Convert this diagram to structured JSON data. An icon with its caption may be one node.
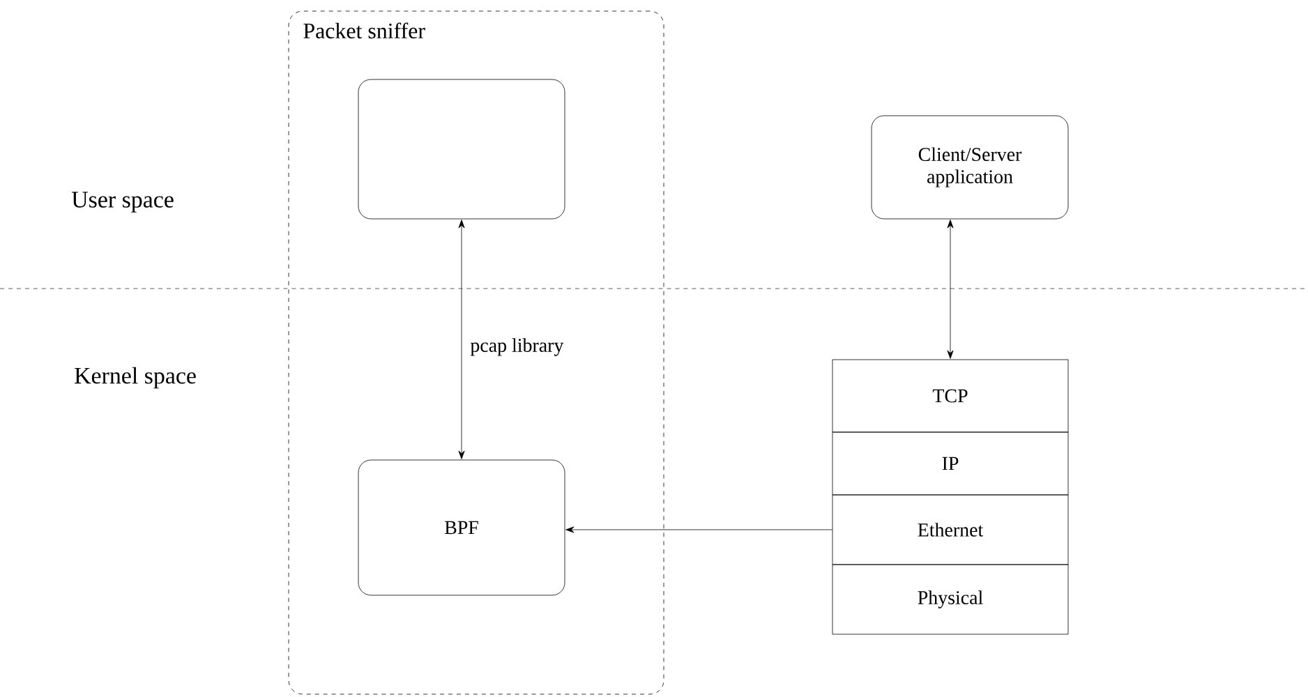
{
  "diagram": {
    "nodes": [
      {
        "text": [
          "Packet sniffer"
        ]
      },
      {
        "text": [],
        "shape": "box",
        "in": 0
      },
      {
        "text": [
          "BPF"
        ],
        "in": 0
      },
      {
        "text": [
          "Client/Server application"
        ]
      },
      {
        "text": [
          "TCP"
        ]
      },
      {
        "text": [
          "IP"
        ]
      },
      {
        "text": [
          "Ethernet"
        ]
      },
      {
        "text": [
          "Physical"
        ]
      }
    ],
    "edges": [
      {
        "from": 1,
        "to": 2,
        "arrow": "both",
        "label": "pcap library"
      },
      {
        "from": 3,
        "to": 4,
        "arrow": "both"
      },
      {
        "from": 6,
        "to": 2,
        "arrow": "to"
      }
    ],
    "labels": [
      "User space",
      "Kernel space"
    ]
  }
}
